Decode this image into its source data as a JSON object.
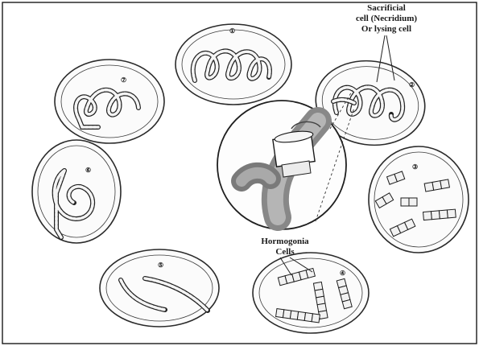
{
  "figure": {
    "stage_numbers": [
      "①",
      "②",
      "③",
      "④",
      "⑤",
      "⑥",
      "⑦"
    ],
    "sacrificial_label": [
      "Sacrificial",
      "cell (Necridium)",
      "Or lysing cell"
    ],
    "hormogonia_label": [
      "Hormogonia",
      "Cells"
    ]
  }
}
